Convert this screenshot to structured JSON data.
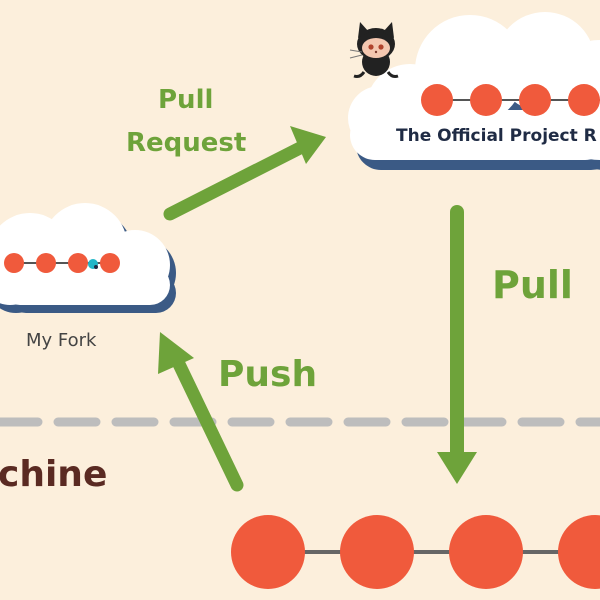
{
  "labels": {
    "pull_request_line1": "Pull",
    "pull_request_line2": "Request",
    "official_repo": "The Official Project R",
    "pull": "Pull",
    "push": "Push",
    "my_fork": "My Fork",
    "machine": "chine"
  },
  "icons": {
    "mascot": "octocat-icon"
  },
  "colors": {
    "background": "#fcefdc",
    "arrow": "#6ea33a",
    "node": "#f05a3c",
    "highlight_node": "#20b6c8",
    "cloud_shadow": "#3b5a85",
    "divider": "#bdbdbd"
  }
}
